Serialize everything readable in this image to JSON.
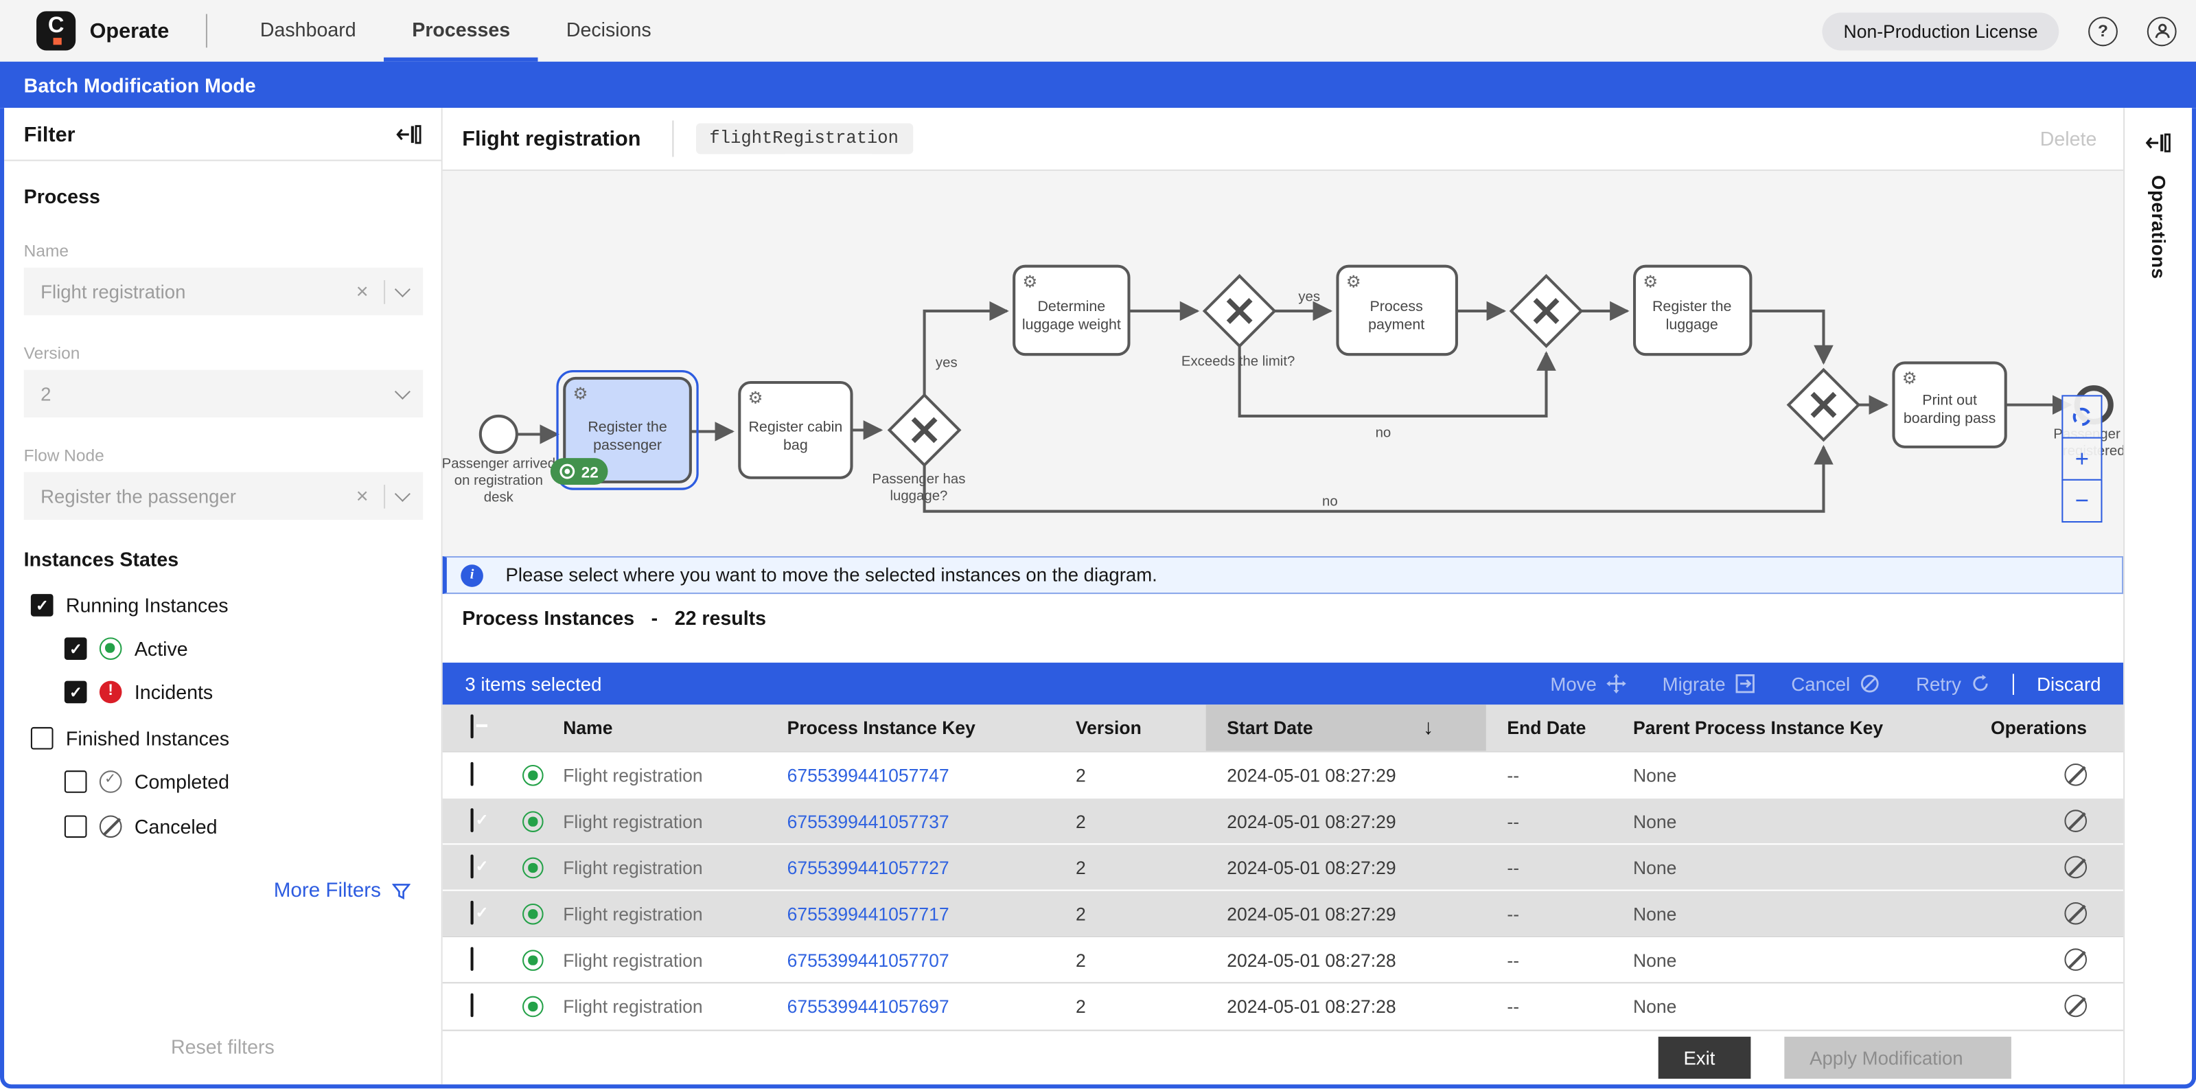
{
  "colors": {
    "accent": "#2d5ce0",
    "link": "#2f62e0",
    "active_green": "#24a148",
    "incident_red": "#da1e28",
    "selected_task_fill": "#c9d9fb"
  },
  "top_nav": {
    "brand": "Operate",
    "tabs": [
      {
        "label": "Dashboard",
        "active": false
      },
      {
        "label": "Processes",
        "active": true
      },
      {
        "label": "Decisions",
        "active": false
      }
    ],
    "license_badge": "Non-Production License",
    "help_glyph": "?"
  },
  "mode_bar": {
    "label": "Batch Modification Mode"
  },
  "filter_panel": {
    "title": "Filter",
    "process_section": "Process",
    "name_field": {
      "label": "Name",
      "value": "Flight registration"
    },
    "version_field": {
      "label": "Version",
      "value": "2"
    },
    "flow_node_field": {
      "label": "Flow Node",
      "value": "Register the passenger"
    },
    "states_section": "Instances States",
    "states": [
      {
        "label": "Running Instances",
        "checked": true
      },
      {
        "label": "Active",
        "checked": true
      },
      {
        "label": "Incidents",
        "checked": true
      },
      {
        "label": "Finished Instances",
        "checked": false
      },
      {
        "label": "Completed",
        "checked": false
      },
      {
        "label": "Canceled",
        "checked": false
      }
    ],
    "more_filters": "More Filters",
    "reset": "Reset filters"
  },
  "process_header": {
    "title": "Flight registration",
    "code": "flightRegistration",
    "delete_label": "Delete"
  },
  "diagram": {
    "start": {
      "lines": [
        "Passenger arrived",
        "on registration",
        "desk"
      ]
    },
    "task_register_passenger": {
      "lines": [
        "Register the",
        "passenger"
      ],
      "badge": "22"
    },
    "task_register_cabin_bag": {
      "lines": [
        "Register cabin",
        "bag"
      ]
    },
    "gw_passenger_has_luggage": {
      "lines": [
        "Passenger has",
        "luggage?"
      ]
    },
    "task_determine_luggage_weight": {
      "lines": [
        "Determine",
        "luggage weight"
      ]
    },
    "gw_exceeds_limit": {
      "label": "Exceeds the limit?"
    },
    "task_process_payment": {
      "lines": [
        "Process",
        "payment"
      ]
    },
    "task_register_luggage": {
      "lines": [
        "Register the",
        "luggage"
      ]
    },
    "task_print_boarding_pass": {
      "lines": [
        "Print out",
        "boarding pass"
      ]
    },
    "end": {
      "lines": [
        "Passenger is",
        "registered"
      ]
    },
    "labels": {
      "yes_luggage": "yes",
      "yes_limit": "yes",
      "no_limit": "no",
      "no_luggage": "no"
    },
    "gear_glyph": "⚙"
  },
  "info_banner": {
    "text": "Please select where you want to move the selected instances on the diagram.",
    "icon_glyph": "i"
  },
  "instances_header": {
    "title": "Process Instances",
    "separator": "-",
    "count": "22 results"
  },
  "selection_toolbar": {
    "selected_text": "3 items selected",
    "actions": [
      {
        "label": "Move",
        "enabled": false
      },
      {
        "label": "Migrate",
        "enabled": false
      },
      {
        "label": "Cancel",
        "enabled": false
      },
      {
        "label": "Retry",
        "enabled": false
      },
      {
        "label": "Discard",
        "enabled": true
      }
    ]
  },
  "table": {
    "columns": {
      "name": "Name",
      "key": "Process Instance Key",
      "version": "Version",
      "start": "Start Date",
      "end": "End Date",
      "parent": "Parent Process Instance Key",
      "operations": "Operations"
    },
    "sort": {
      "column": "Start Date",
      "direction": "desc",
      "arrow_glyph": "↓"
    },
    "rows": [
      {
        "checked": false,
        "state": "active",
        "name": "Flight registration",
        "key": "6755399441057747",
        "version": "2",
        "start": "2024-05-01 08:27:29",
        "end": "--",
        "parent": "None"
      },
      {
        "checked": true,
        "state": "active",
        "name": "Flight registration",
        "key": "6755399441057737",
        "version": "2",
        "start": "2024-05-01 08:27:29",
        "end": "--",
        "parent": "None"
      },
      {
        "checked": true,
        "state": "active",
        "name": "Flight registration",
        "key": "6755399441057727",
        "version": "2",
        "start": "2024-05-01 08:27:29",
        "end": "--",
        "parent": "None"
      },
      {
        "checked": true,
        "state": "active",
        "name": "Flight registration",
        "key": "6755399441057717",
        "version": "2",
        "start": "2024-05-01 08:27:29",
        "end": "--",
        "parent": "None"
      },
      {
        "checked": false,
        "state": "active",
        "name": "Flight registration",
        "key": "6755399441057707",
        "version": "2",
        "start": "2024-05-01 08:27:28",
        "end": "--",
        "parent": "None"
      },
      {
        "checked": false,
        "state": "active",
        "name": "Flight registration",
        "key": "6755399441057697",
        "version": "2",
        "start": "2024-05-01 08:27:28",
        "end": "--",
        "parent": "None"
      }
    ]
  },
  "footer": {
    "exit_label": "Exit",
    "apply_label": "Apply Modification"
  },
  "operations_panel": {
    "label": "Operations"
  }
}
